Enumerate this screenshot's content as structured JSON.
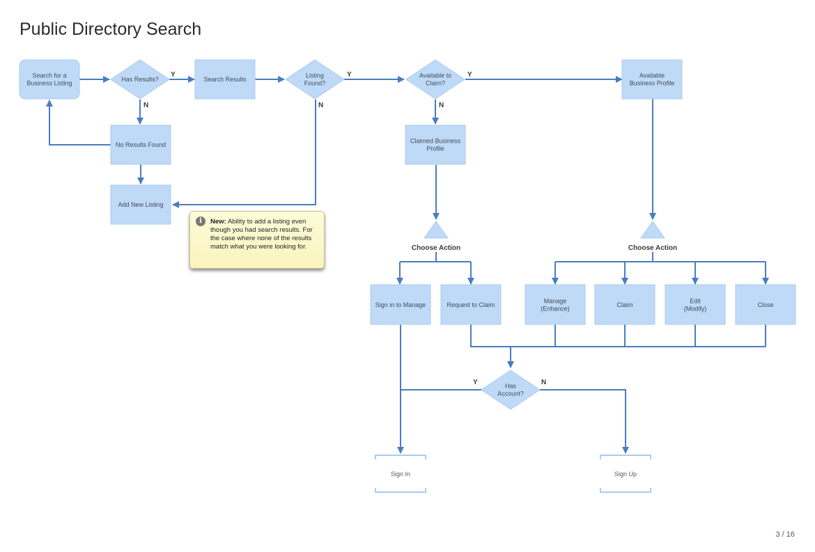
{
  "page": {
    "title": "Public Directory Search",
    "page_number": "3 / 16"
  },
  "nodes": {
    "search_listing": [
      "Search for a",
      "Business Listing"
    ],
    "has_results": [
      "Has Results?"
    ],
    "search_results": [
      "Search Results"
    ],
    "listing_found": [
      "Listing",
      "Found?"
    ],
    "available_to_claim": [
      "Available to",
      "Claim?"
    ],
    "available_profile": [
      "Available",
      "Business Profile"
    ],
    "no_results": [
      "No Results Found"
    ],
    "add_new_listing": [
      "Add New Listing"
    ],
    "claimed_profile": [
      "Claimed Business",
      "Profile"
    ],
    "choose_action_left": "Choose Action",
    "choose_action_right": "Choose Action",
    "sign_in_manage": [
      "Sign in to Manage"
    ],
    "request_claim": [
      "Request to Claim"
    ],
    "manage": [
      "Manage",
      "(Enhance)"
    ],
    "claim": [
      "Claim"
    ],
    "edit": [
      "Edit",
      "(Modify)"
    ],
    "close": [
      "Close"
    ],
    "has_account": [
      "Has",
      "Account?"
    ],
    "sign_in": "Sign In",
    "sign_up": "Sign Up"
  },
  "branch_labels": {
    "yes": "Y",
    "no": "N"
  },
  "note": {
    "bold": "New:",
    "text": "Ability to add a listing even though you had search results. For the case where none of the results match what you were looking for.",
    "icon": "info-icon"
  },
  "colors": {
    "box_fill": "#bfdaf7",
    "box_stroke": "#a9cbf0",
    "connector": "#4a7cbf",
    "note_fill": "#fbf7cc"
  }
}
